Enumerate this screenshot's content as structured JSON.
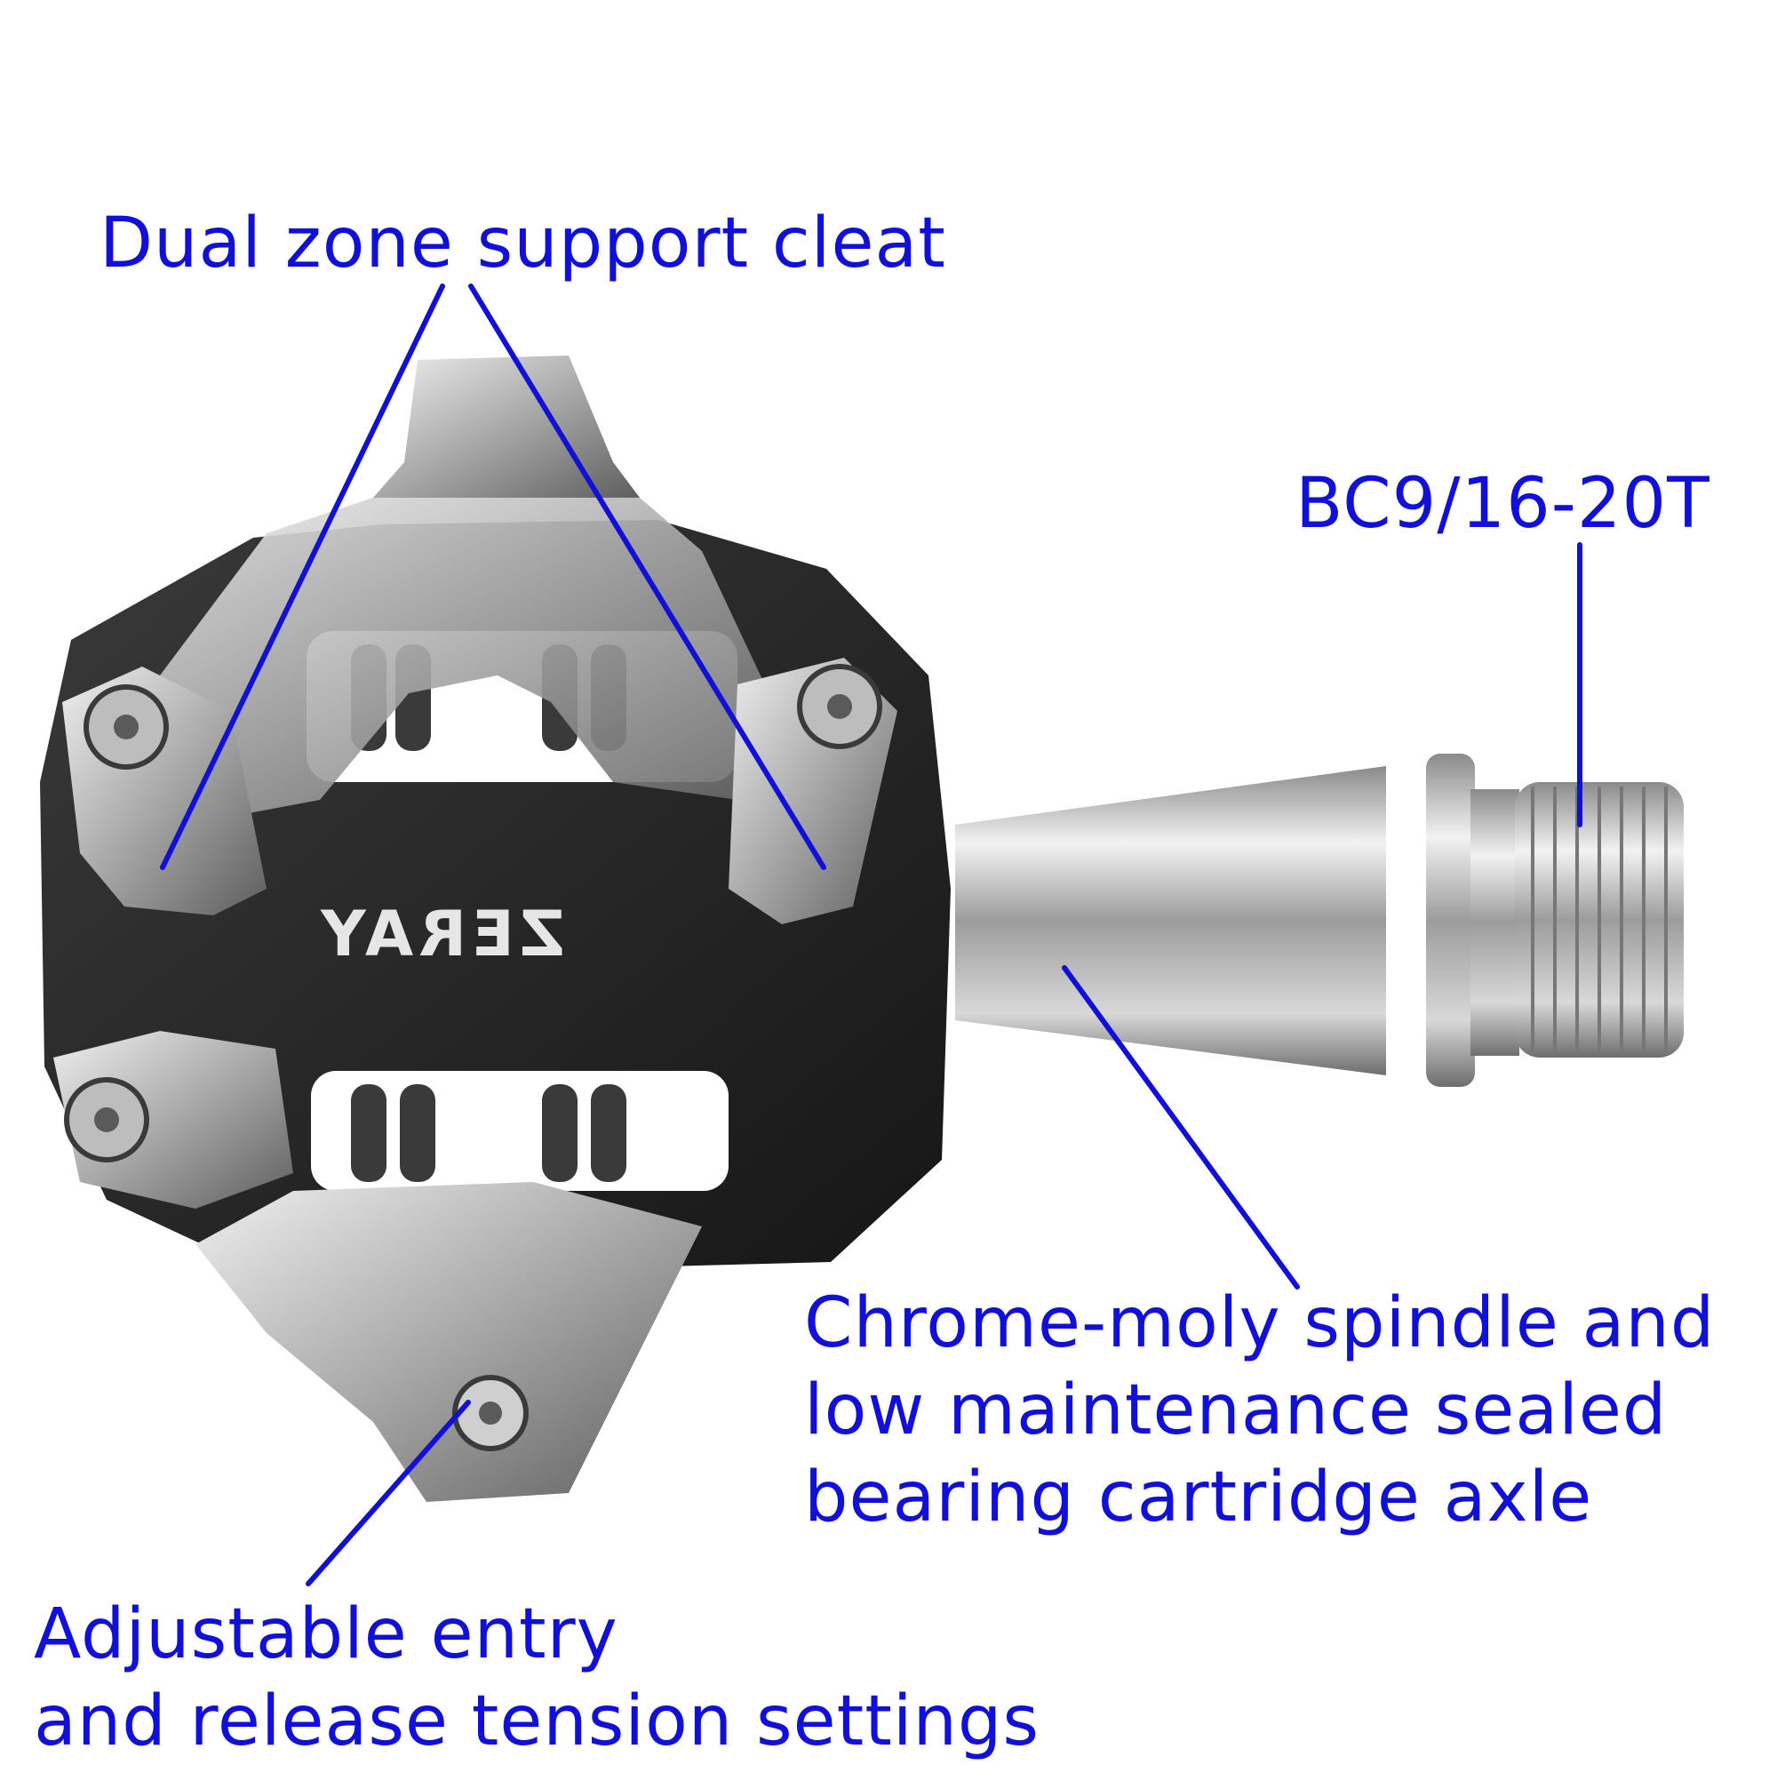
{
  "annotations": {
    "cleat": "Dual zone support cleat",
    "thread": "BC9/16-20T",
    "spindle": [
      "Chrome-moly spindle and",
      "low maintenance sealed",
      "bearing cartridge axle"
    ],
    "tension": [
      "Adjustable entry",
      "and release tension settings"
    ]
  },
  "brand_logo": "ZERAY",
  "colors": {
    "annotation": "#1010d8",
    "body": "#262626",
    "metal": "#c9c9c9",
    "background": "#ffffff"
  }
}
